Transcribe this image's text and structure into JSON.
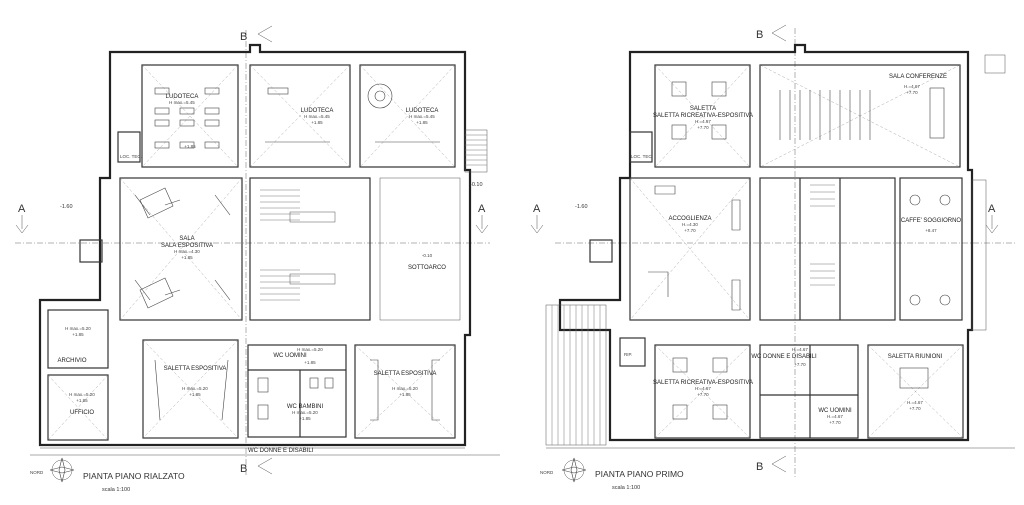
{
  "plans": [
    {
      "id": "rialzato",
      "title": "PIANTA PIANO RIALZATO",
      "scale": "scala 1:100",
      "north": "NORD",
      "rooms": [
        {
          "key": "ludo1",
          "name": "LUDOTECA",
          "info": "H max.=5.45",
          "level": "+1.85"
        },
        {
          "key": "ludo2",
          "name": "LUDOTECA",
          "info": "H max.=5.45",
          "level": "+1.85"
        },
        {
          "key": "ludo3",
          "name": "LUDOTECA",
          "info": "H max.=5.45",
          "level": "+1.85"
        },
        {
          "key": "sala",
          "name": "SALA ESPOSITIVA",
          "info": "H max.=4.30",
          "level": "+1.85"
        },
        {
          "key": "sottoarco",
          "name": "SOTTOARCO",
          "info": "",
          "level": "-0.10"
        },
        {
          "key": "archivio",
          "name": "ARCHIVIO",
          "info": "H max.=5.20",
          "level": "+1.85"
        },
        {
          "key": "ufficio",
          "name": "UFFICIO",
          "info": "H max.=5.20",
          "level": "+1.85"
        },
        {
          "key": "salettaL",
          "name": "SALETTA ESPOSITIVA",
          "info": "H max.=5.20",
          "level": "+1.85"
        },
        {
          "key": "wcu",
          "name": "WC UOMINI",
          "info": "H max.=5.20",
          "level": "+1.85"
        },
        {
          "key": "wcb",
          "name": "WC BAMBINI",
          "info": "H max.=5.20",
          "level": "+1.85"
        },
        {
          "key": "wcd",
          "name": "WC DONNE E DISABILI",
          "info": "",
          "level": ""
        },
        {
          "key": "salettaR",
          "name": "SALETTA ESPOSITIVA",
          "info": "H max.=5.20",
          "level": "+1.85"
        },
        {
          "key": "loc",
          "name": "LOC. TEC.",
          "info": "",
          "level": ""
        }
      ]
    },
    {
      "id": "primo",
      "title": "PIANTA PIANO PRIMO",
      "scale": "scala 1:100",
      "north": "NORD",
      "rooms": [
        {
          "key": "sal1",
          "name": "SALETTA RICREATIVA-ESPOSITIVA",
          "info": "H.=4.67",
          "level": "+7.70"
        },
        {
          "key": "conf",
          "name": "SALA CONFERENZE",
          "info": "H.=4.67",
          "level": "+7.70"
        },
        {
          "key": "acc",
          "name": "ACCOGLIENZA",
          "info": "H.=4.30",
          "level": "+7.70"
        },
        {
          "key": "caffe",
          "name": "CAFFE' SOGGIORNO",
          "info": "",
          "level": "+8.47"
        },
        {
          "key": "sal2",
          "name": "SALETTA RICREATIVA-ESPOSITIVA",
          "info": "H.=4.67",
          "level": "+7.70"
        },
        {
          "key": "wcd2",
          "name": "WC DONNE E DISABILI",
          "info": "H.=4.67",
          "level": "+7.70"
        },
        {
          "key": "wcu2",
          "name": "WC UOMINI",
          "info": "H.=4.67",
          "level": "+7.70"
        },
        {
          "key": "riun",
          "name": "SALETTA RIUNIONI",
          "info": "H.=4.67",
          "level": "+7.70"
        },
        {
          "key": "rip",
          "name": "RIP.",
          "info": "",
          "level": ""
        },
        {
          "key": "loc2",
          "name": "LOC. TEC.",
          "info": "",
          "level": ""
        }
      ]
    }
  ],
  "sections": {
    "a": "A",
    "b": "B"
  },
  "levels": {
    "ext": "-1.60",
    "step": "-0.10"
  }
}
